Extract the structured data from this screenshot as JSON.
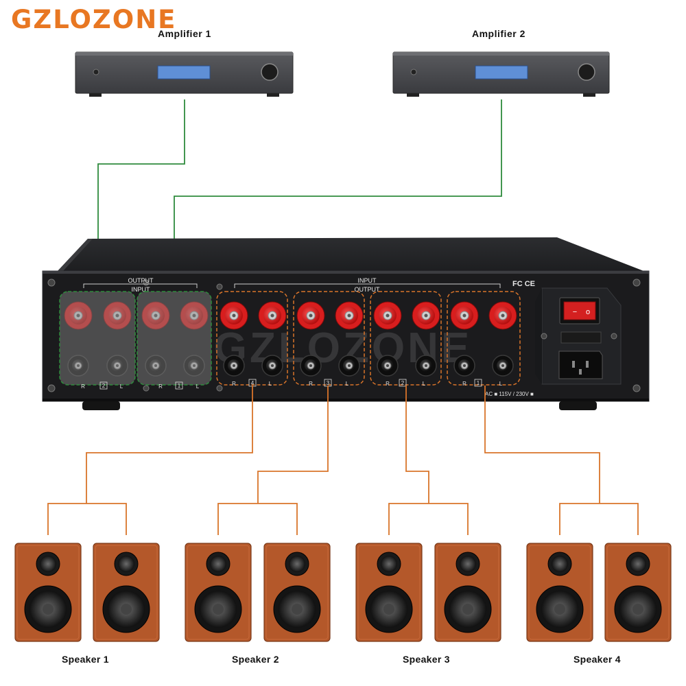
{
  "brand": "GZLOZONE",
  "watermark": "GZLOZONE",
  "amplifiers": [
    {
      "label": "Amplifier 1"
    },
    {
      "label": "Amplifier 2"
    }
  ],
  "speakers": [
    {
      "label": "Speaker 1"
    },
    {
      "label": "Speaker 2"
    },
    {
      "label": "Speaker 3"
    },
    {
      "label": "Speaker 4"
    }
  ],
  "panel": {
    "left_top_label": "OUTPUT",
    "left_sub_label": "INPUT",
    "right_top_label": "INPUT",
    "right_sub_label": "OUTPUT",
    "amp_groups": [
      {
        "r": "R",
        "l": "L",
        "num": "2"
      },
      {
        "r": "R",
        "l": "L",
        "num": "1"
      }
    ],
    "speaker_groups": [
      {
        "r": "R",
        "l": "L",
        "num": "4"
      },
      {
        "r": "R",
        "l": "L",
        "num": "3"
      },
      {
        "r": "R",
        "l": "L",
        "num": "2"
      },
      {
        "r": "R",
        "l": "L",
        "num": "1"
      }
    ],
    "cert": "FC CE",
    "voltage": "AC ■ 115V / 230V ■",
    "switch_off": "o",
    "switch_on": "−"
  },
  "colors": {
    "brand": "#e87722",
    "amp_wire": "#2e8b3c",
    "speaker_wire": "#d9742a",
    "speaker_cabinet": "#b4582a",
    "chassis": "#1b1b1d",
    "binding_post_red": "#d81e1e",
    "power_switch": "#d42020",
    "lcd": "#5f8fd6"
  }
}
